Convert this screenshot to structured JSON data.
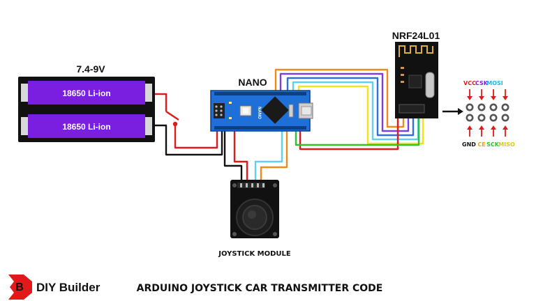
{
  "battery": {
    "voltage_label": "7.4-9V",
    "cell_label": "18650 Li-ion",
    "cell_color": "#7a1fe0"
  },
  "nano": {
    "label": "NANO",
    "board_label": "NANO",
    "board_color": "#1f6fd8"
  },
  "radio": {
    "label": "NRF24L01"
  },
  "pinout": {
    "top_labels": [
      {
        "text": "VCC",
        "color": "#e01a1a"
      },
      {
        "text": "CSK",
        "color": "#7a1fe0"
      },
      {
        "text": "MOSI",
        "color": "#19b7e8"
      }
    ],
    "bottom_labels": [
      {
        "text": "GND",
        "color": "#111111"
      },
      {
        "text": "CE",
        "color": "#f0a400"
      },
      {
        "text": "SCK",
        "color": "#2fbf2f"
      },
      {
        "text": "MISO",
        "color": "#e8d81a"
      }
    ]
  },
  "joystick": {
    "label": "JOYSTICK MODULE"
  },
  "brand": {
    "name": "DIY Builder",
    "logo_letter": "B"
  },
  "footer": {
    "title": "ARDUINO JOYSTICK CAR TRANSMITTER CODE"
  },
  "wire_colors": {
    "red": "#e01a1a",
    "black": "#111111",
    "orange": "#f08a1a",
    "purple": "#7a3fe0",
    "blue": "#2f6fe0",
    "yellow": "#f2e21a",
    "cyan": "#5fd0f0",
    "green": "#2fbf2f"
  }
}
